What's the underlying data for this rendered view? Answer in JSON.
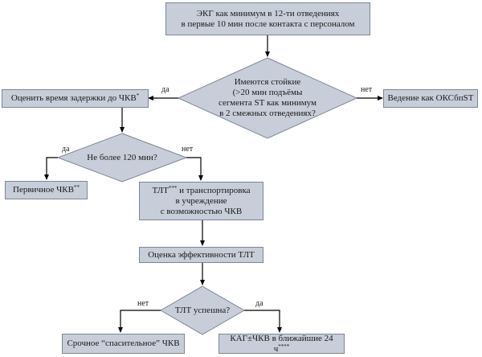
{
  "nodes": {
    "ecg": {
      "line1": "ЭКГ как минимум в 12-ти отведениях",
      "line2": "в первые 10 мин после контакта с персоналом"
    },
    "st_decision": {
      "line1": "Имеются стойкие",
      "line2": "(>20 мин подъёмы",
      "line3": "сегмента ST как минимум",
      "line4": "в 2 смежных отведениях?"
    },
    "estimate_delay": {
      "text": "Оценить время задержки до ЧКВ",
      "sup": "*"
    },
    "nstemi": {
      "text": "Ведение как ОКСбпST"
    },
    "time_decision": {
      "text": "Не более 120 мин?"
    },
    "primary_pci": {
      "text": "Первичное ЧКВ",
      "sup": "**"
    },
    "tlt_transport": {
      "line1_main": "ТЛТ",
      "line1_sup": "***",
      "line1_rest": " и транспортировка",
      "line2": "в учреждение",
      "line3": "с возможностью ЧКВ"
    },
    "tlt_eval": {
      "text": "Оценка эффективности ТЛТ"
    },
    "tlt_decision": {
      "text": "ТЛТ успешна?"
    },
    "rescue_pci": {
      "text": "Срочное “спасительное” ЧКВ"
    },
    "cag_pci": {
      "text": "КАГ±ЧКВ в ближайшие 24 ч",
      "sup": "****"
    }
  },
  "edge_labels": {
    "st_yes": "да",
    "st_no": "нет",
    "time_yes": "да",
    "time_no": "нет",
    "tlt_no": "нет",
    "tlt_yes": "да"
  },
  "colors": {
    "box_fill": "#c7cdd9",
    "box_border": "#7e8696",
    "line": "#000000"
  }
}
